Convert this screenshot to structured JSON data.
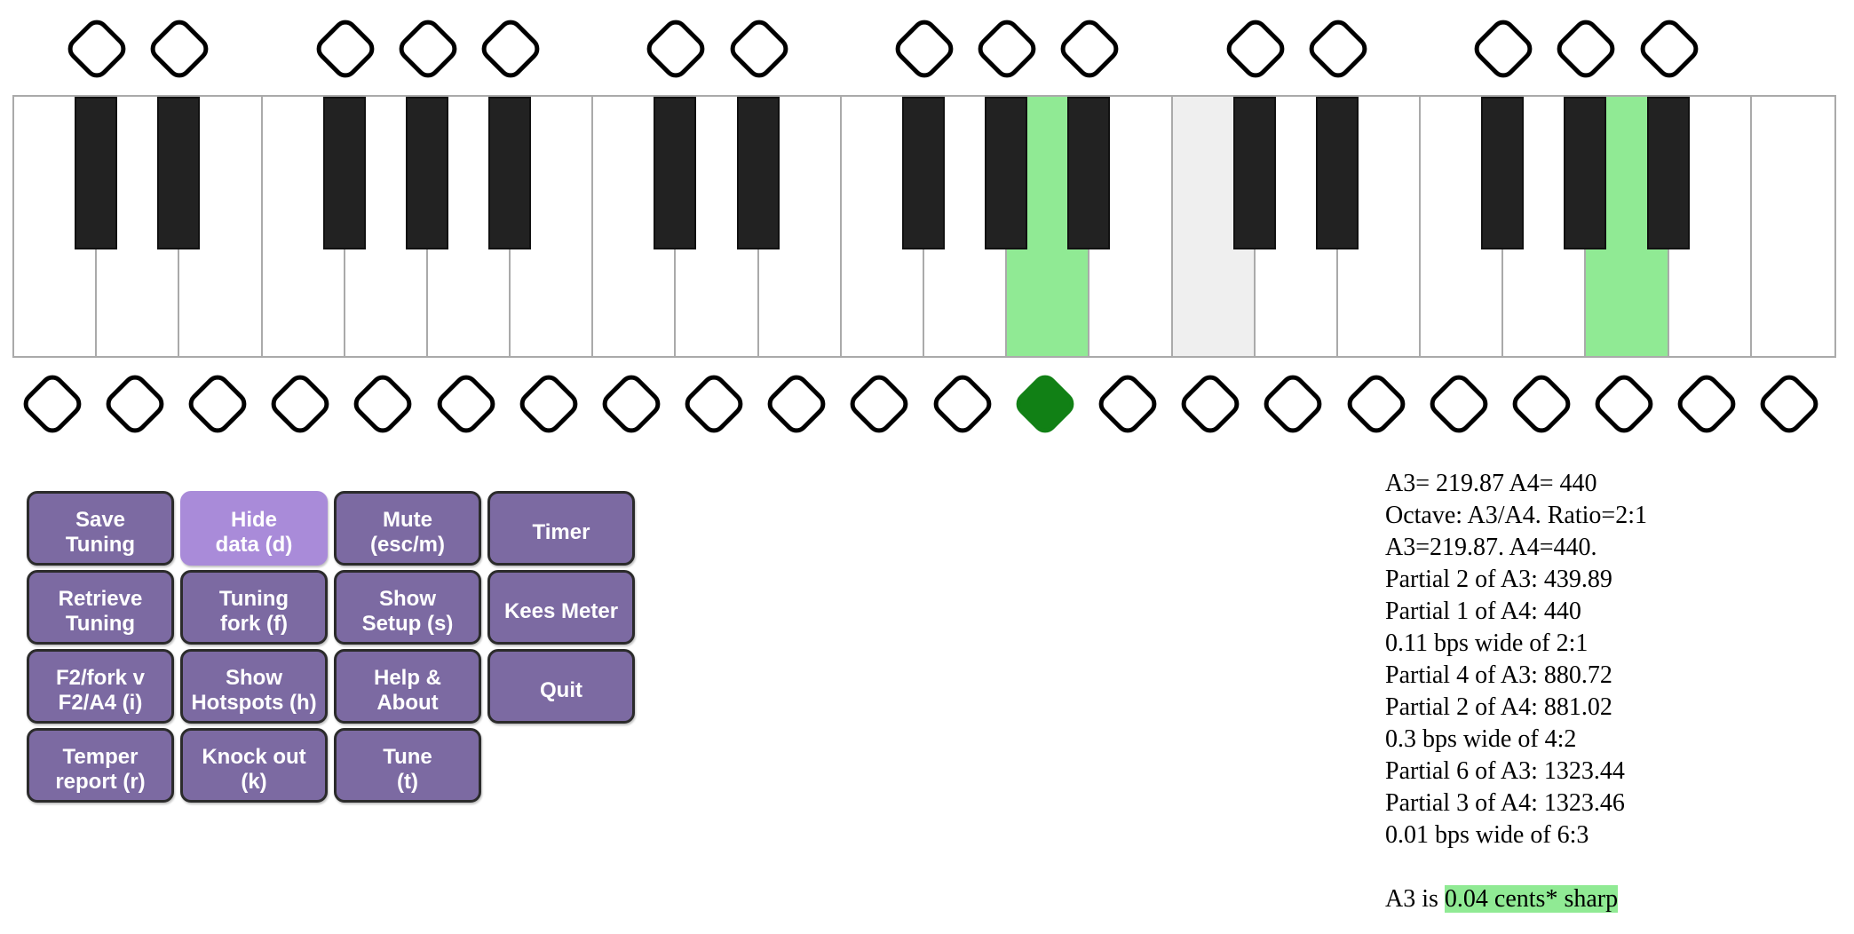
{
  "colors": {
    "button_bg": "#7c6aa2",
    "button_highlight_bg": "#a98bd9",
    "key_active": "#90ea94",
    "key_pressed": "#efefef",
    "hotspot_selected": "#118015"
  },
  "keyboard": {
    "white_key_count": 22,
    "active_white_keys": [
      12,
      19
    ],
    "pressed_white_keys": [
      14
    ],
    "active_black_keys": [],
    "selected_hotspot": 12
  },
  "buttons": [
    {
      "label": "Save\nTuning",
      "highlight": false
    },
    {
      "label": "Hide\ndata (d)",
      "highlight": true
    },
    {
      "label": "Mute\n(esc/m)",
      "highlight": false
    },
    {
      "label": "Timer",
      "highlight": false
    },
    {
      "label": "Retrieve\nTuning",
      "highlight": false
    },
    {
      "label": "Tuning\nfork (f)",
      "highlight": false
    },
    {
      "label": "Show\nSetup (s)",
      "highlight": false
    },
    {
      "label": "Kees Meter",
      "highlight": false
    },
    {
      "label": "F2/fork v\nF2/A4 (i)",
      "highlight": false
    },
    {
      "label": "Show\nHotspots (h)",
      "highlight": false
    },
    {
      "label": "Help &\nAbout",
      "highlight": false
    },
    {
      "label": "Quit",
      "highlight": false
    },
    {
      "label": "Temper\nreport (r)",
      "highlight": false
    },
    {
      "label": "Knock out\n(k)",
      "highlight": false
    },
    {
      "label": "Tune\n(t)",
      "highlight": false
    }
  ],
  "info": {
    "lines": [
      "A3= 219.87 A4= 440",
      "Octave: A3/A4. Ratio=2:1",
      "A3=219.87. A4=440.",
      "Partial 2 of A3: 439.89",
      "Partial 1 of A4: 440",
      "0.11 bps wide of 2:1",
      "Partial 4 of A3: 880.72",
      "Partial 2 of A4: 881.02",
      "0.3 bps wide of 4:2",
      "Partial 6 of A3: 1323.44",
      "Partial 3 of A4: 1323.46",
      "0.01 bps wide of 6:3"
    ],
    "result_prefix": "A3 is ",
    "result_highlight": "0.04 cents* sharp"
  }
}
